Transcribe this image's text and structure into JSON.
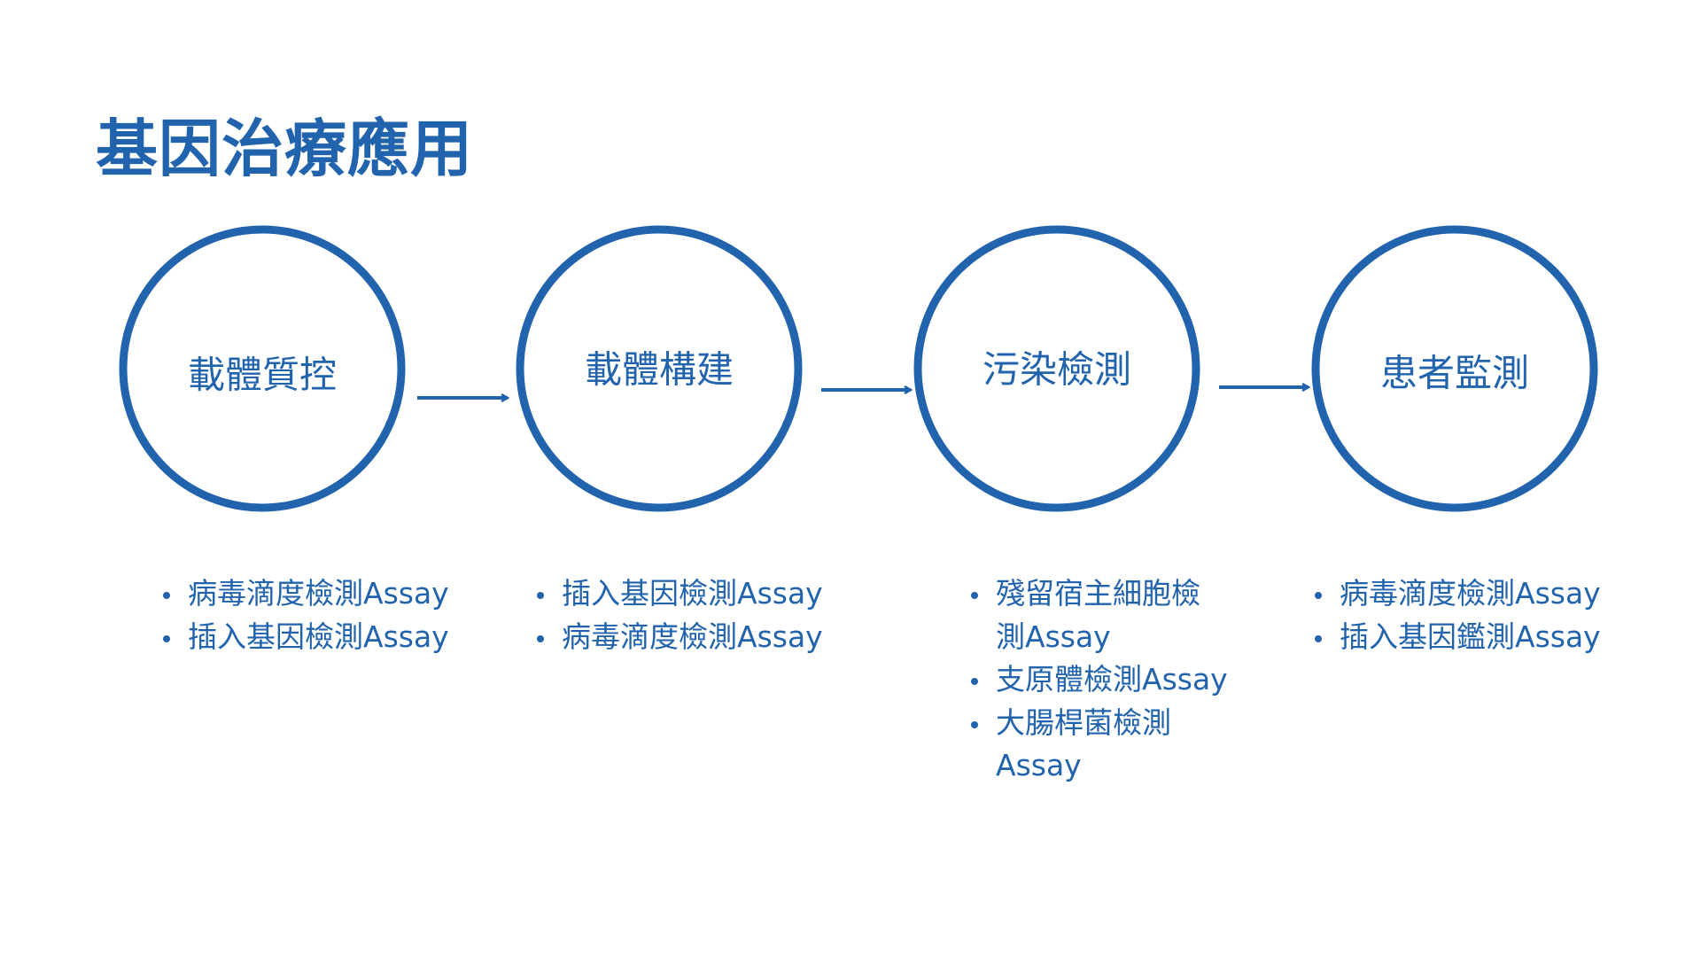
{
  "title": "基因治療應用",
  "colors": {
    "accent": "#2163ad"
  },
  "stages": [
    {
      "label": "載體質控",
      "items": [
        "病毒滴度檢測Assay",
        "插入基因檢測Assay"
      ]
    },
    {
      "label": "載體構建",
      "items": [
        "插入基因檢測Assay",
        "病毒滴度檢測Assay"
      ]
    },
    {
      "label": "污染檢測",
      "items": [
        "殘留宿主細胞檢測Assay",
        "支原體檢測Assay",
        "大腸桿菌檢測Assay"
      ]
    },
    {
      "label": "患者監測",
      "items": [
        "病毒滴度檢測Assay",
        "插入基因鑑測Assay"
      ]
    }
  ]
}
